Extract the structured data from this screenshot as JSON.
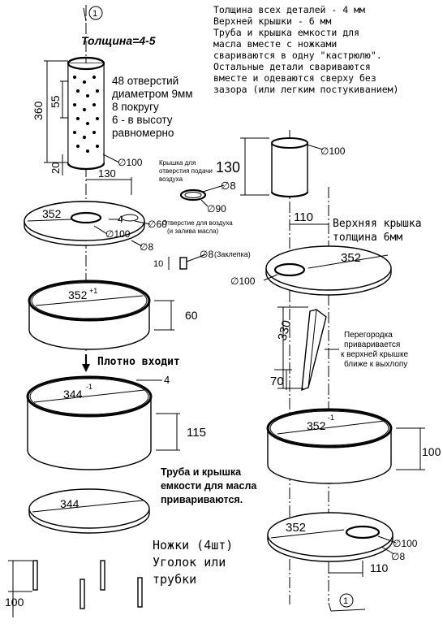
{
  "notes": {
    "general": [
      "Толщина всех деталей - 4 мм",
      "Верхней крышки - 6 мм",
      "Труба и крышка емкости для",
      "масла вместе с ножками",
      "свариваются в одну \"кастрюлю\".",
      "Остальные детали свариваются",
      "вместе и одеваются сверху без",
      "зазора (или легким постукиванием)"
    ],
    "holes": [
      "48 отверстий",
      "диаметром 9мм",
      "8 покругу",
      "6 - в высоту",
      "равномерно"
    ],
    "thickness": "Толщина=4-5",
    "air_cap": [
      "Крышка для",
      "отверстия подачи",
      "воздуха"
    ],
    "air_hole": [
      "Отверстие для воздуха",
      "(и залива масла)"
    ],
    "rivet": "(Заклепка)",
    "fits": "Плотно входит",
    "welded": [
      "Труба и крышка",
      "емкости для масла",
      "привариваются."
    ],
    "legs": [
      "Ножки  (4шт)",
      "Уголок  или",
      "трубки"
    ],
    "top_cover": [
      "Верхняя  крышка",
      "толщина 6мм"
    ],
    "partition": [
      "Перегородка",
      "приваривается",
      "к верхней крышке",
      "ближе к выхлопу"
    ]
  },
  "section_marker": "1",
  "dims": {
    "d360": "360",
    "d55": "55",
    "d20": "20",
    "d100_pipe": "∅100",
    "d130": "130",
    "d352_lid": "352",
    "d100_lid": "∅100",
    "d60_lid": "∅60",
    "d8_lid": "∅8",
    "d4_lid": "4",
    "d130_cap": "130",
    "d8_cap": "∅8",
    "d90_cap": "∅90",
    "d10_rivet": "10",
    "d8_rivet": "∅8",
    "d352_ring": "352",
    "d352_ring_sup": "+1",
    "d60_ring": "60",
    "d344_ring": "344",
    "d344_ring_sup": "-1",
    "d4_ring": "4",
    "d115": "115",
    "d344_disc": "344",
    "d100_legs": "100",
    "d100_right_pipe": "∅100",
    "d110_top": "110",
    "d352_top": "352",
    "d100_top": "∅100",
    "d330": "330",
    "d70": "70",
    "d352_ring_r": "352",
    "d352_ring_r_sup": "-1",
    "d100_ring_r": "100",
    "d352_base": "352",
    "d100_base": "∅100",
    "d8_base": "∅8",
    "d110_base": "110"
  }
}
